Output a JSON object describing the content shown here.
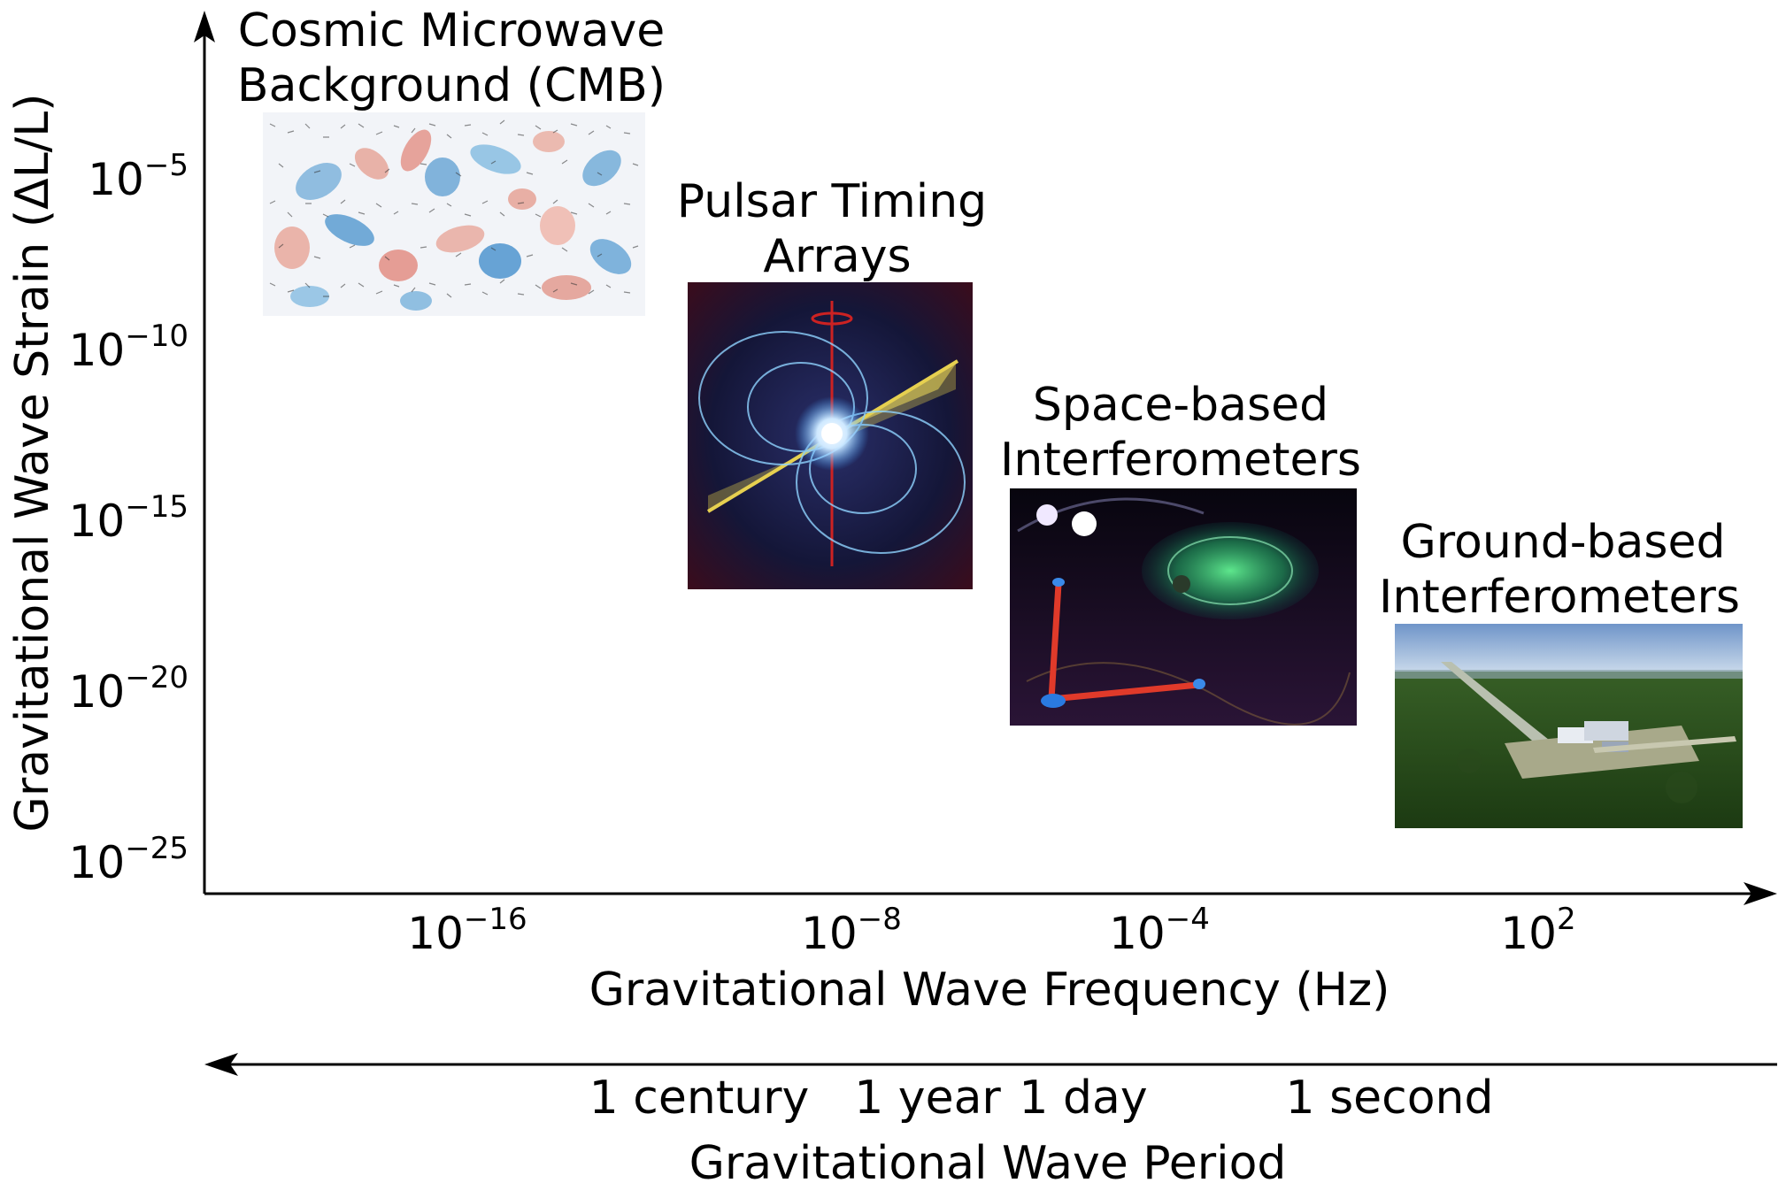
{
  "diagram": {
    "y_axis_label": "Gravitational Wave Strain (ΔL/L)",
    "y_scale": "log",
    "y_ticks": [
      {
        "base": "10",
        "exp": "−5"
      },
      {
        "base": "10",
        "exp": "−10"
      },
      {
        "base": "10",
        "exp": "−15"
      },
      {
        "base": "10",
        "exp": "−20"
      },
      {
        "base": "10",
        "exp": "−25"
      }
    ],
    "x_axis_label": "Gravitational Wave Frequency (Hz)",
    "x_scale": "log",
    "x_ticks": [
      {
        "base": "10",
        "exp": "−16"
      },
      {
        "base": "10",
        "exp": "−8"
      },
      {
        "base": "10",
        "exp": "−4"
      },
      {
        "base": "10",
        "exp": "2"
      }
    ],
    "period_axis_label": "Gravitational Wave Period",
    "period_ticks": [
      "1 century",
      "1 year",
      "1 day",
      "1 second"
    ],
    "detectors": [
      {
        "title_line1": "Cosmic Microwave",
        "title_line2": "Background (CMB)",
        "image": "cmb-polarization-map"
      },
      {
        "title_line1": "Pulsar Timing",
        "title_line2": "Arrays",
        "image": "pulsar-beam"
      },
      {
        "title_line1": "Space-based",
        "title_line2": "Interferometers",
        "image": "space-interferometer-binary"
      },
      {
        "title_line1": "Ground-based",
        "title_line2": "Interferometers",
        "image": "ligo-observatory-aerial"
      }
    ]
  }
}
